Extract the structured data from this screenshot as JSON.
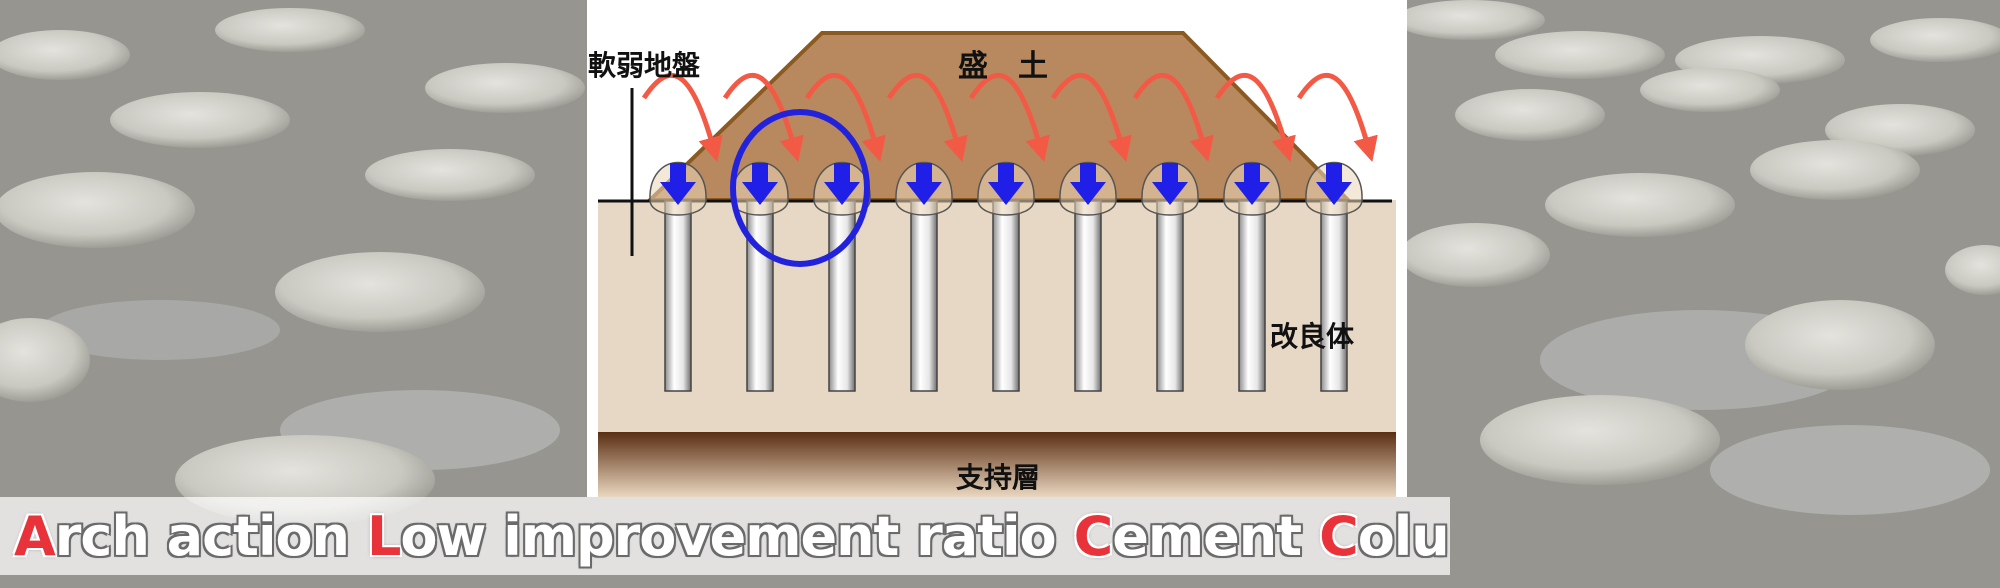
{
  "diagram": {
    "labels": {
      "soft_ground": "軟弱地盤",
      "embankment": "盛　土",
      "improved_body": "改良体",
      "bearing_layer": "支持層"
    },
    "colors": {
      "embankment": "#b8895e",
      "embankment_edge": "#8a5a22",
      "ground": "#e6d8c4",
      "arch_arrow": "#f25a46",
      "load_arrow": "#1f1fe8",
      "highlight_circle": "#2222dd",
      "bearing_top": "#5a2e12",
      "bearing_bottom": "#ead7c0"
    },
    "column_count": 9
  },
  "banner": {
    "words": [
      {
        "initial": "A",
        "rest": "rch action"
      },
      {
        "initial": "L",
        "rest": "ow improvement ratio"
      },
      {
        "initial": "C",
        "rest": "ement"
      },
      {
        "initial": "C",
        "rest": "olumn"
      }
    ]
  }
}
